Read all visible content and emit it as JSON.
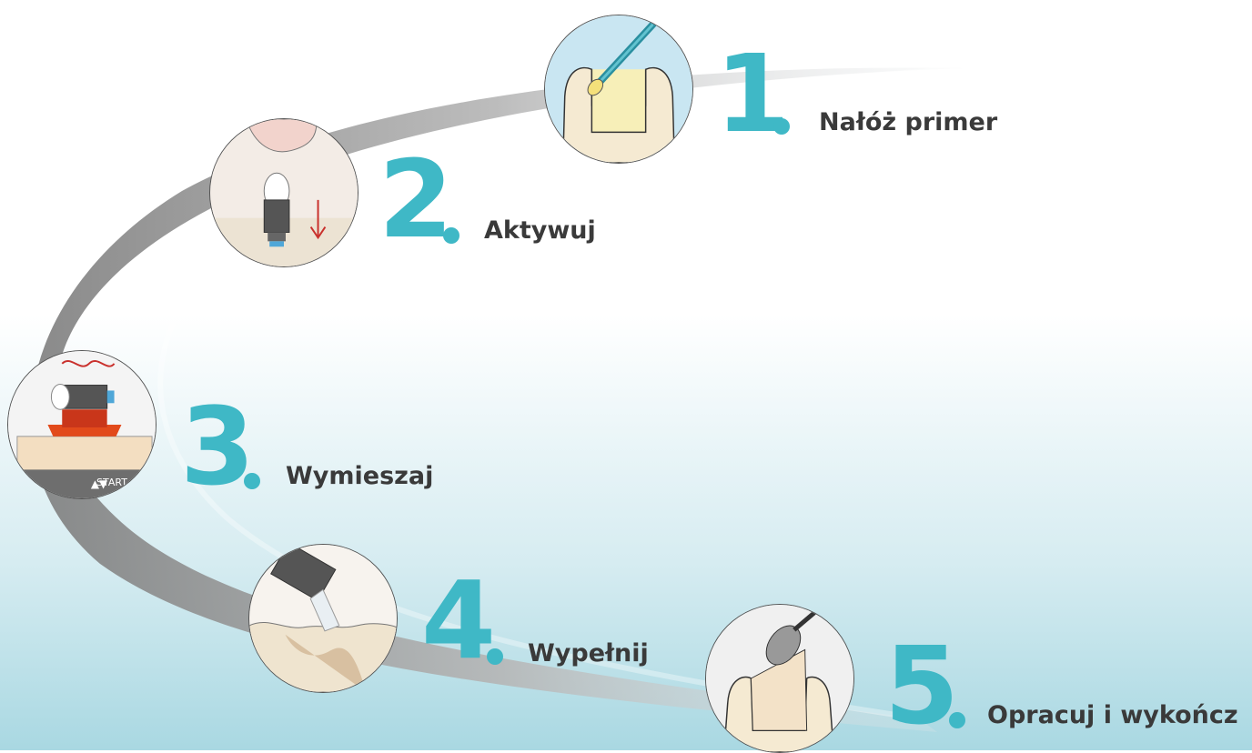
{
  "colors": {
    "accent": "#3fb8c6",
    "label": "#3a3a3a"
  },
  "steps": [
    {
      "number": "1",
      "label": "Nałóż primer",
      "icon": "tooth-primer-applicator-icon"
    },
    {
      "number": "2",
      "label": "Aktywuj",
      "icon": "capsule-activation-icon"
    },
    {
      "number": "3",
      "label": "Wymieszaj",
      "icon": "capsule-mixer-icon"
    },
    {
      "number": "4",
      "label": "Wypełnij",
      "icon": "capsule-filling-molar-icon"
    },
    {
      "number": "5",
      "label": "Opracuj i wykończ",
      "icon": "tooth-finishing-bur-icon"
    }
  ],
  "mixer": {
    "start_label": "START"
  }
}
